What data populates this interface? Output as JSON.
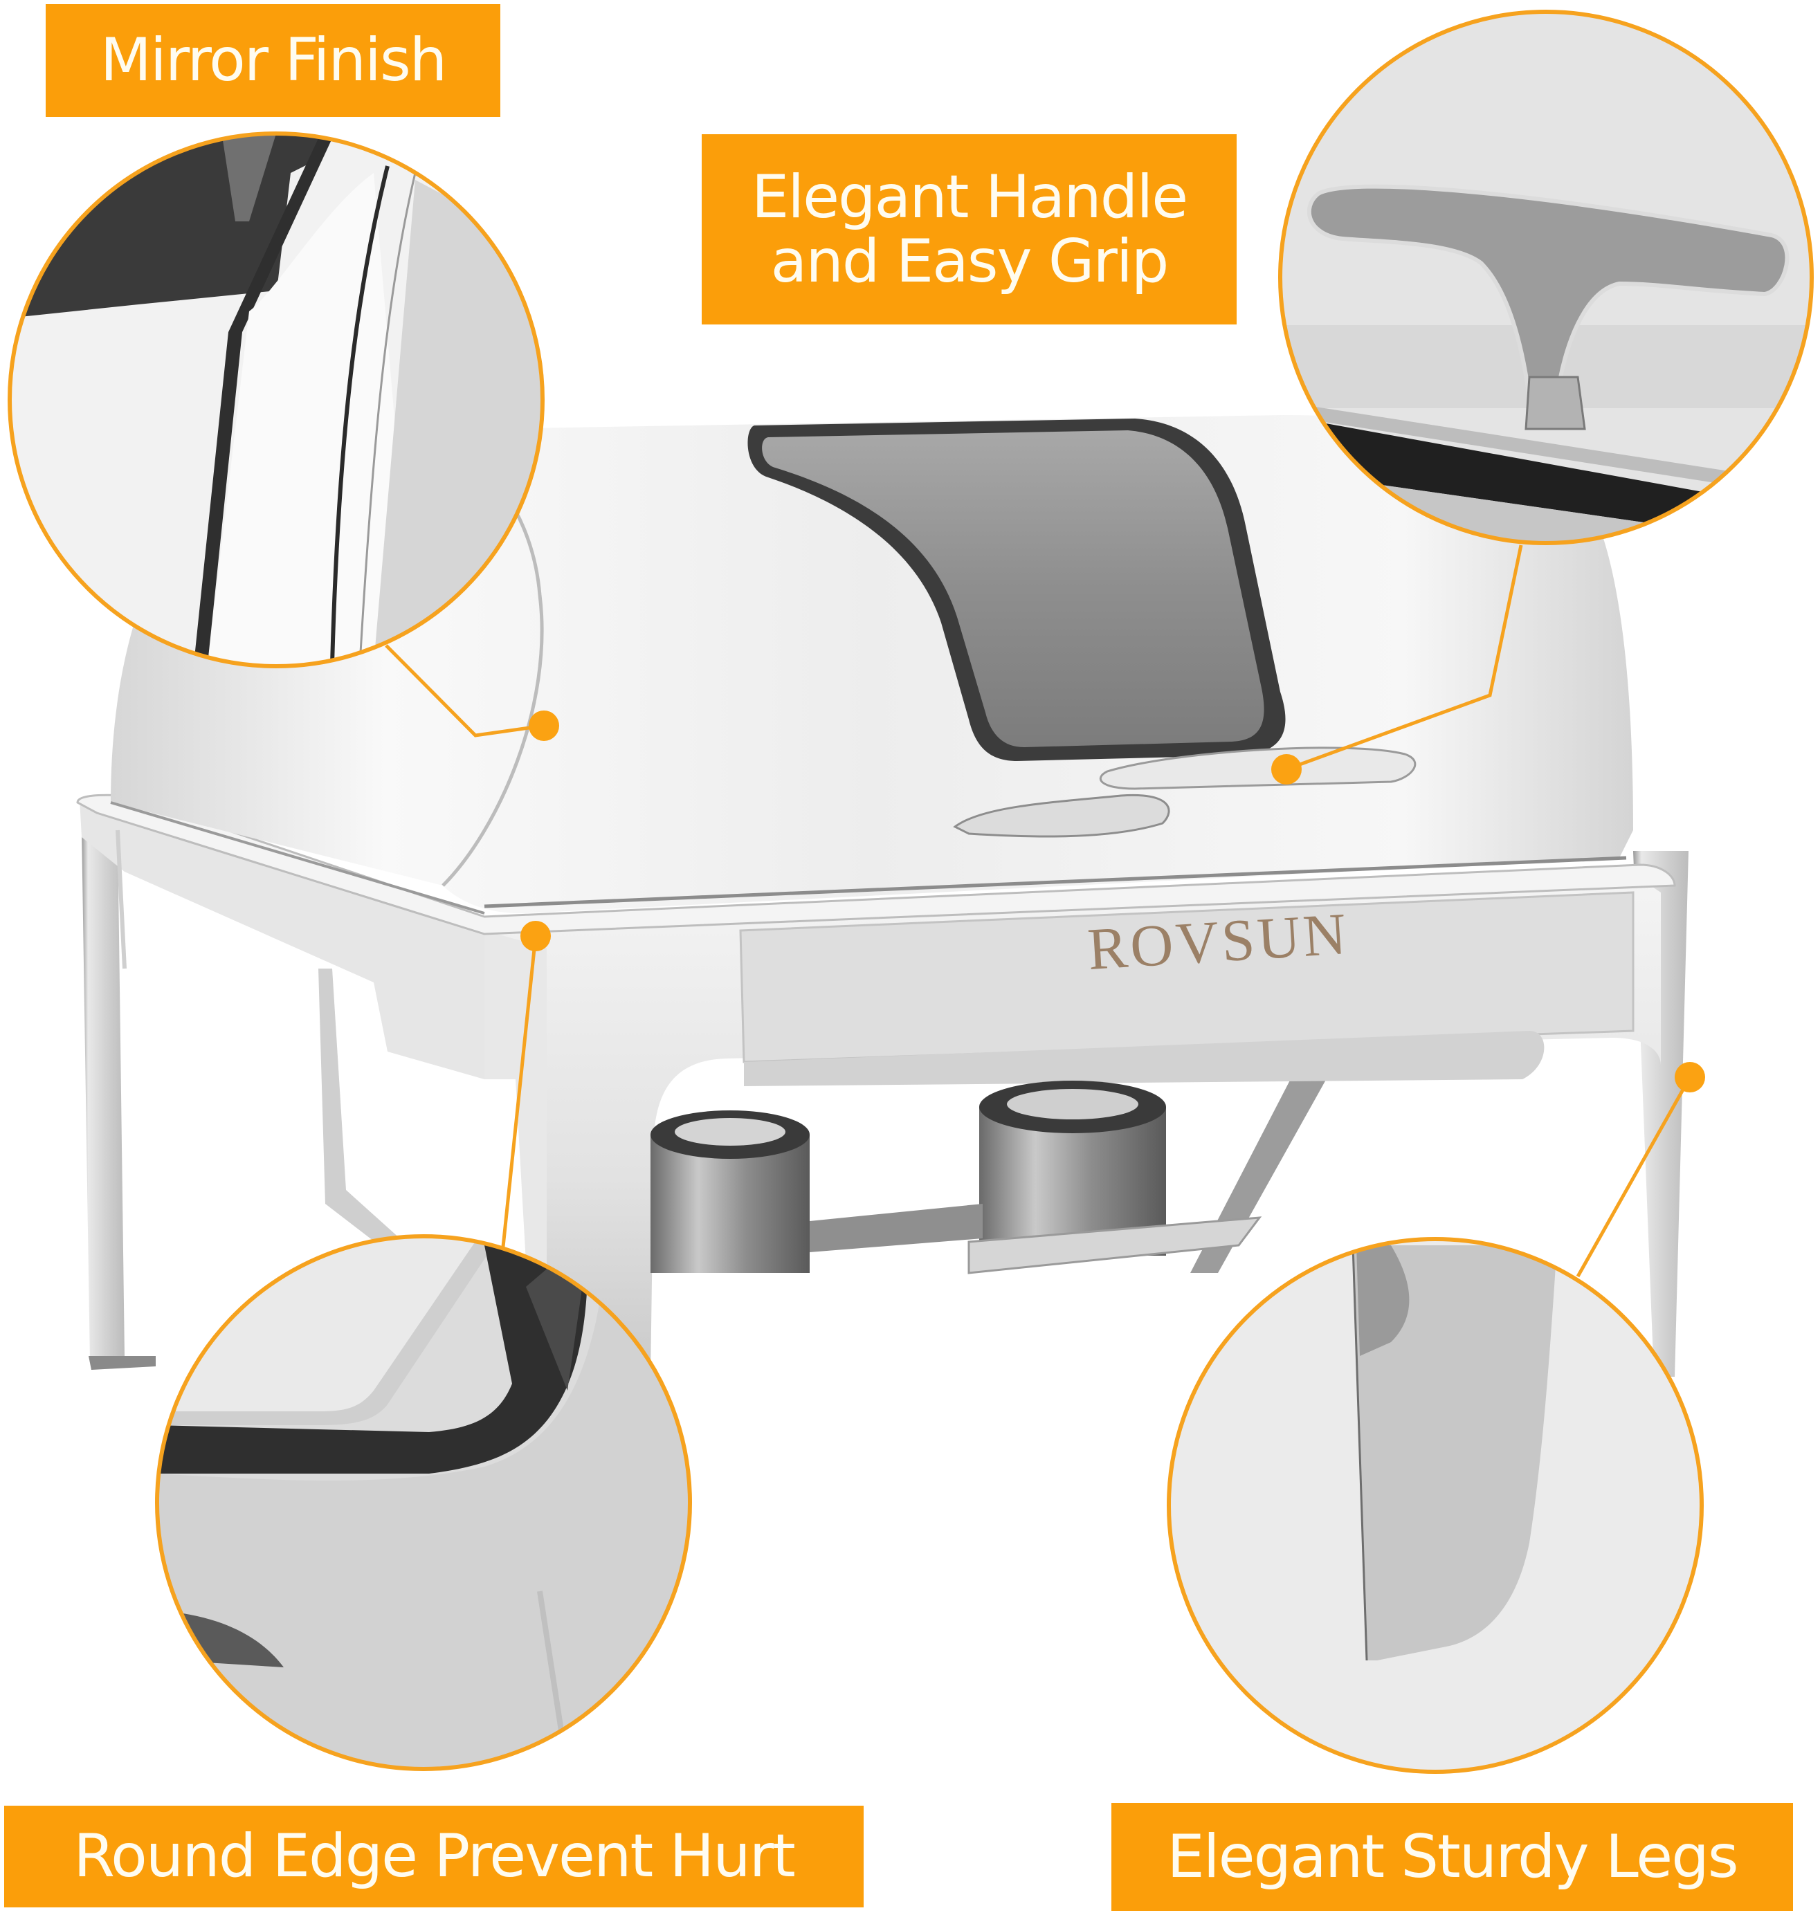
{
  "image": {
    "subject": "stainless steel roll-top chafing dish with viewing window",
    "brand_mark": "ROVSUN",
    "accent_color": "#FB9E0A",
    "label_text_color": "#FFFCF0",
    "background_color": "#FFFFFF"
  },
  "callouts": [
    {
      "id": "mirror",
      "label": "Mirror Finish",
      "detail": "close-up of polished lid edge"
    },
    {
      "id": "handle",
      "label": "Elegant Handle\nand Easy Grip",
      "detail": "close-up of T-shaped lid handle"
    },
    {
      "id": "round",
      "label": "Round Edge Prevent Hurt",
      "detail": "close-up of rounded frame corner"
    },
    {
      "id": "legs",
      "label": "Elegant Sturdy Legs",
      "detail": "close-up of frame leg"
    }
  ]
}
